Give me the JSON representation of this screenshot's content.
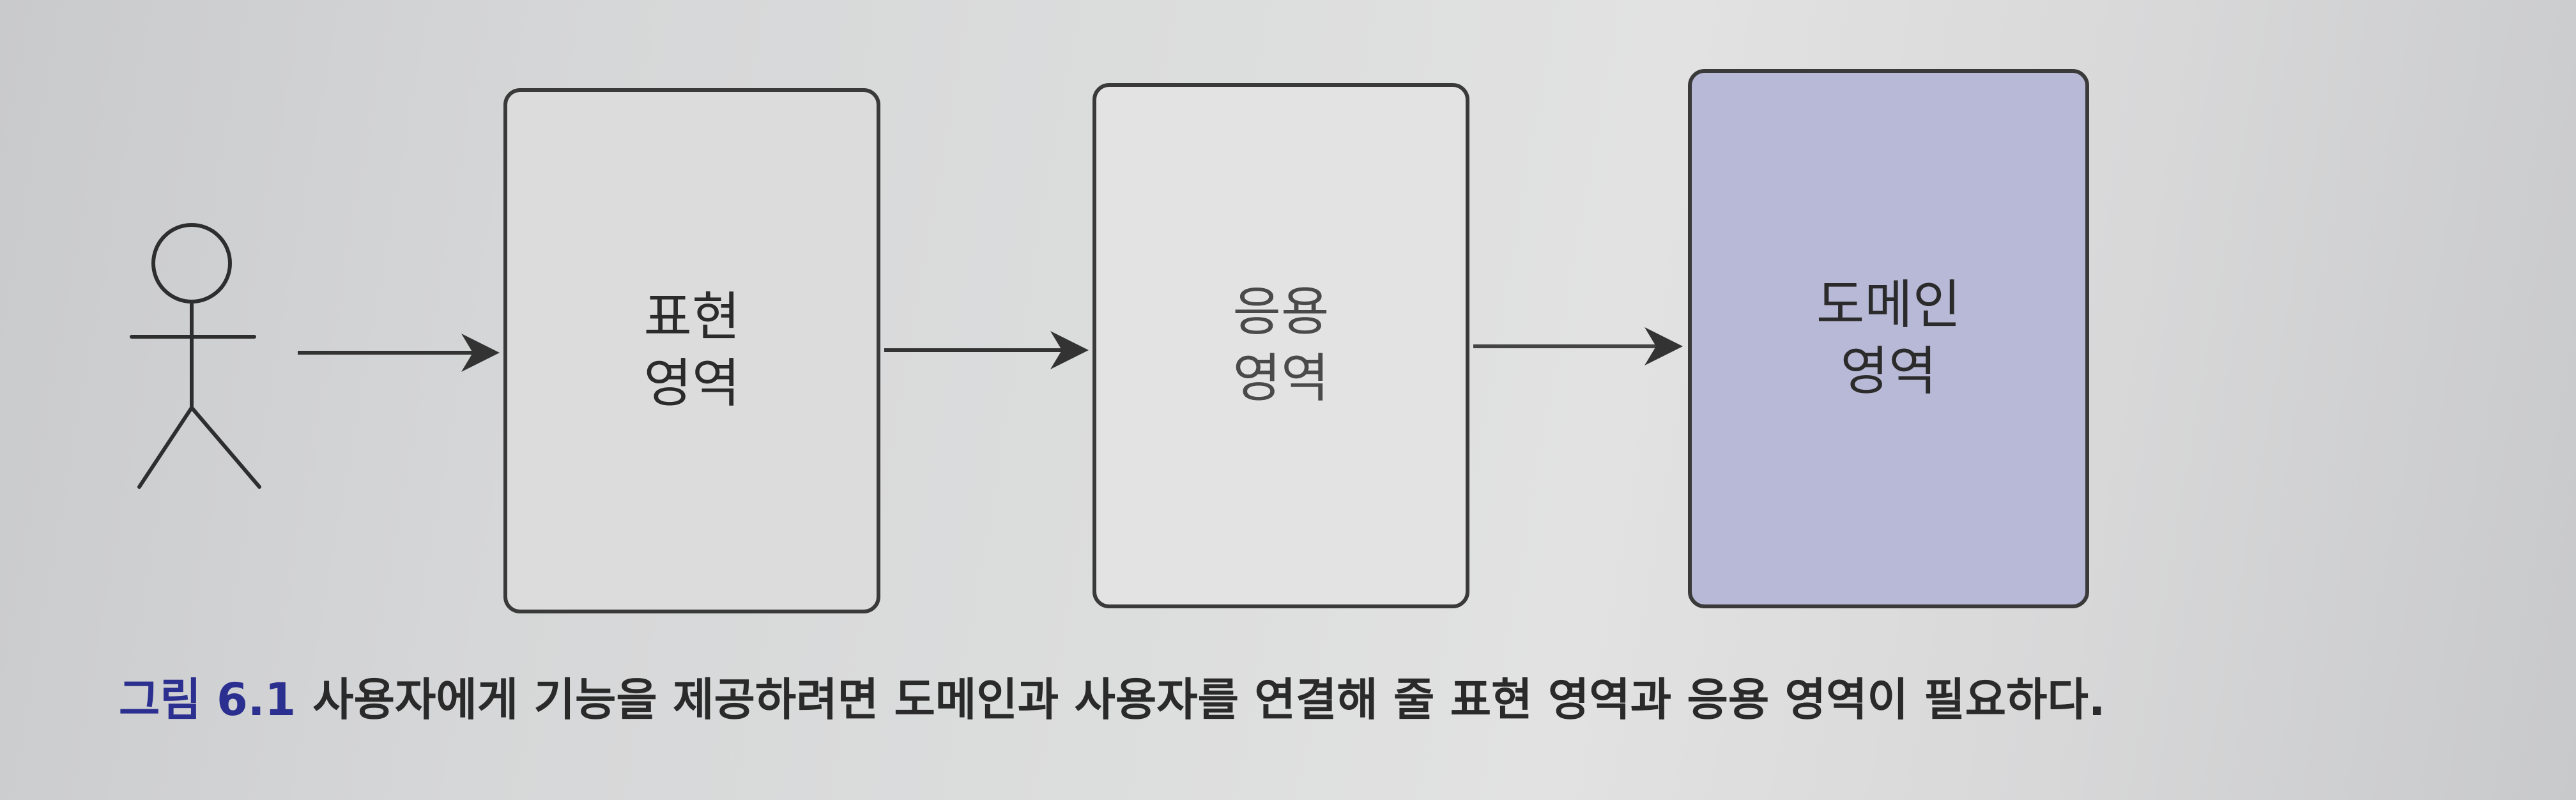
{
  "diagram": {
    "actor": {
      "icon": "stick-figure-icon"
    },
    "boxes": [
      {
        "id": "presentation",
        "label_line1": "표현",
        "label_line2": "영역",
        "fill": "#dcdcdc"
      },
      {
        "id": "application",
        "label_line1": "응용",
        "label_line2": "영역",
        "fill": "#e3e3e3"
      },
      {
        "id": "domain",
        "label_line1": "도메인",
        "label_line2": "영역",
        "fill": "#b8b9d6"
      }
    ],
    "arrows": [
      {
        "from": "actor",
        "to": "presentation"
      },
      {
        "from": "presentation",
        "to": "application"
      },
      {
        "from": "application",
        "to": "domain"
      }
    ]
  },
  "caption": {
    "label": "그림 6.1",
    "text": "사용자에게 기능을 제공하려면 도메인과 사용자를 연결해 줄 표현 영역과 응용 영역이 필요하다.",
    "label_color": "#2b2f8f"
  }
}
